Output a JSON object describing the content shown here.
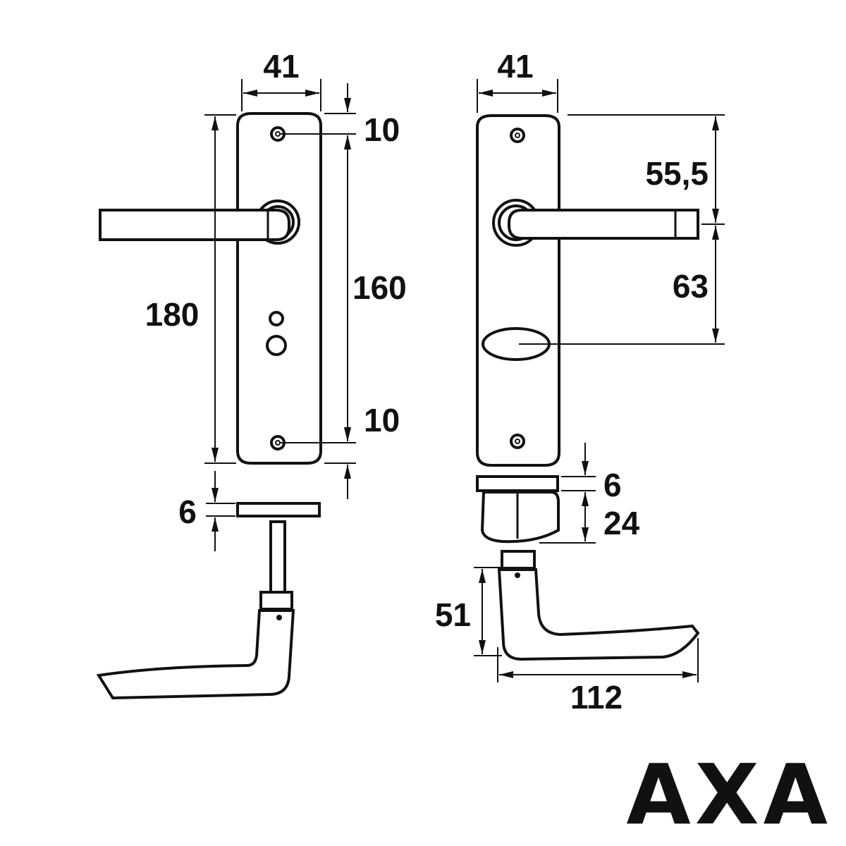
{
  "figure": {
    "brand": "AXA",
    "left_view": {
      "width_label": "41",
      "top_offset_label": "10",
      "hole_spacing_label": "160",
      "total_height_label": "180",
      "bottom_offset_label": "10",
      "rose_thickness_label": "6"
    },
    "right_view": {
      "width_label": "41",
      "upper_distance_label": "55,5",
      "lower_distance_label": "63",
      "rose_thickness_label": "6",
      "rose_height_label": "24",
      "handle_height_label": "51",
      "handle_length_label": "112"
    },
    "colors": {
      "line": "#111111",
      "background": "#ffffff"
    }
  }
}
